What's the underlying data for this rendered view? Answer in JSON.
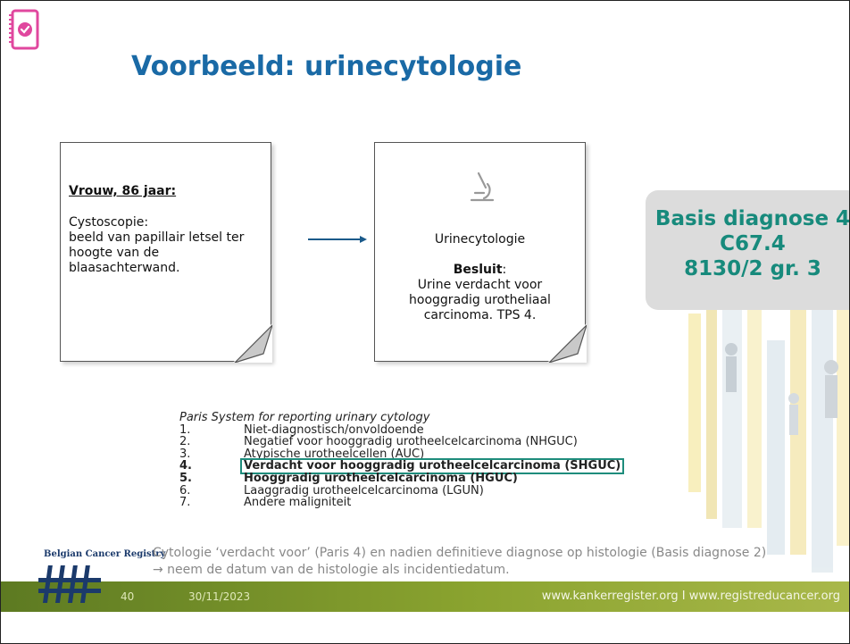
{
  "slide": {
    "title": "Voorbeeld: urinecytologie",
    "note1": {
      "heading": "Vrouw, 86 jaar:",
      "line1": "Cystoscopie:",
      "line2": "beeld van papillair letsel ter",
      "line3": "hoogte van de",
      "line4": "blaasachterwand."
    },
    "note2": {
      "label": "Urinecytologie",
      "besluit_label": "Besluit",
      "besluit_colon": ":",
      "line1": "Urine verdacht voor",
      "line2": "hooggradig urotheliaal",
      "line3": "carcinoma. TPS 4."
    },
    "diagnosis": {
      "line1": "Basis diagnose 4",
      "line2": "C67.4",
      "line3": "8130/2 gr. 3"
    },
    "paris": {
      "title": "Paris System for reporting urinary cytology",
      "items": [
        {
          "num": "1.",
          "label": "Niet-diagnostisch/onvoldoende"
        },
        {
          "num": "2.",
          "label": "Negatief voor hooggradig urotheelcelcarcinoma (NHGUC)"
        },
        {
          "num": "3.",
          "label": "Atypische urotheelcellen (AUC)"
        },
        {
          "num": "4.",
          "label": "Verdacht voor hooggradig urotheelcelcarcinoma (SHGUC)"
        },
        {
          "num": "5.",
          "label": "Hooggradig urotheelcelcarcinoma (HGUC)"
        },
        {
          "num": "6.",
          "label": "Laaggradig urotheelcelcarcinoma (LGUN)"
        },
        {
          "num": "7.",
          "label": "Andere maligniteit"
        }
      ]
    },
    "footnote": {
      "line1": "Cytologie ‘verdacht voor’ (Paris 4) en nadien definitieve diagnose op histologie (Basis diagnose 2)",
      "line2": "→ neem de datum van de histologie als incidentiedatum."
    },
    "logo_text": "Belgian Cancer Registry",
    "footer": {
      "page": "40",
      "date": "30/11/2023",
      "urls": "www.kankerregister.org  I  www.registreducancer.org"
    },
    "colors": {
      "title": "#1a6aa6",
      "diagnosis_text": "#178a7c",
      "highlight_box": "#1e8c7c",
      "footer_bar": "#7a9a2a",
      "icon_pink": "#e0479e"
    },
    "icons": [
      "checklist-icon",
      "microscope-icon",
      "arrow-right-icon",
      "page-fold-icon",
      "bcr-logo-icon"
    ]
  }
}
